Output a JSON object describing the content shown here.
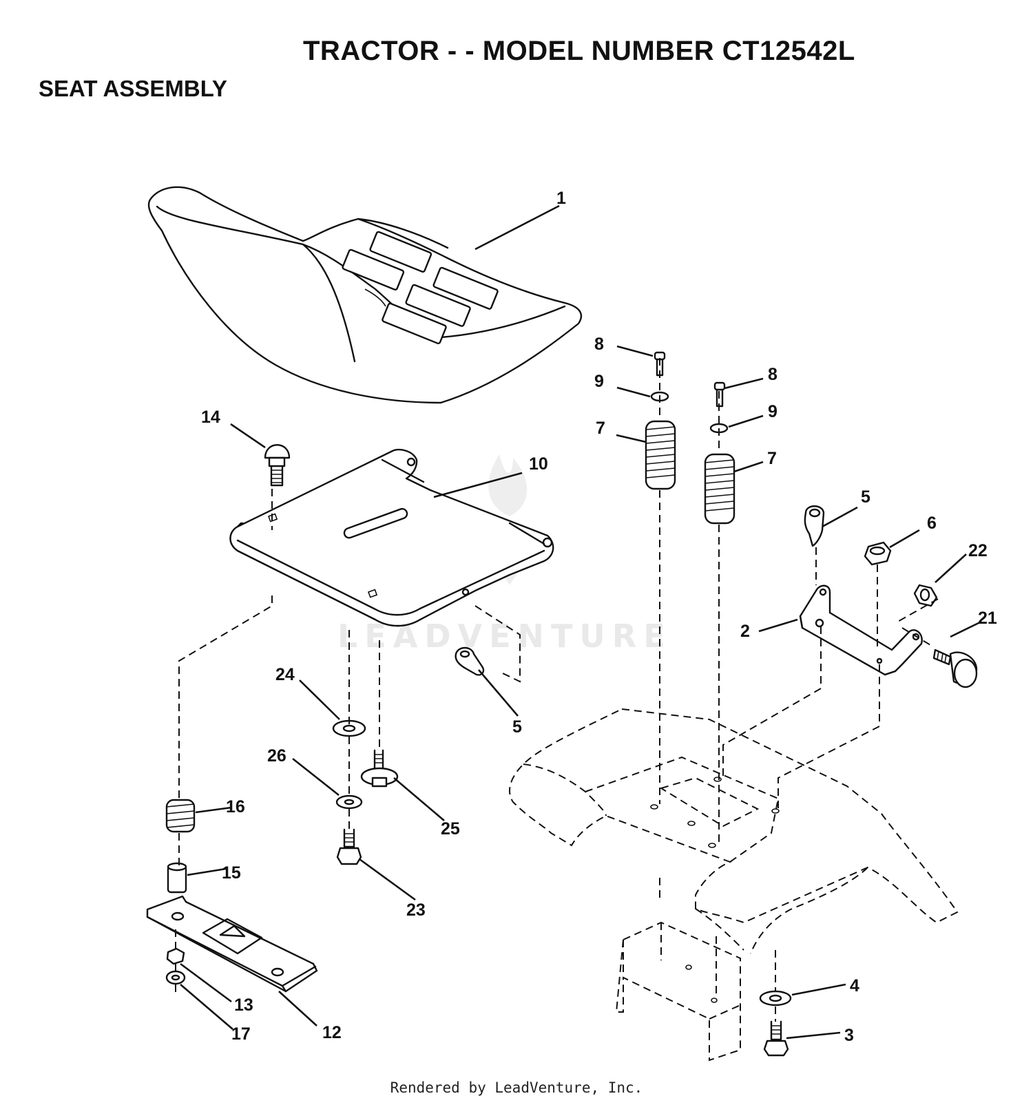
{
  "header": {
    "title": "TRACTOR - - MODEL NUMBER CT12542L",
    "section": "SEAT ASSEMBLY"
  },
  "watermark": "LEADVENTURE",
  "footer": "Rendered by LeadVenture, Inc.",
  "callouts": {
    "seat": "1",
    "seat_bracket": "2",
    "bolt_bottom": "3",
    "washer_bottom": "4",
    "clip_upper": "5",
    "clip_lower": "5",
    "nut_bracket": "6",
    "spring_left": "7",
    "spring_right": "7",
    "screw_left": "8",
    "screw_right": "8",
    "washer_left": "9",
    "washer_right": "9",
    "seat_pan": "10",
    "slide_rail": "12",
    "nut_rail": "13",
    "carriage_bolt": "14",
    "spacer": "15",
    "spring_front": "16",
    "washer_rail": "17",
    "bolt_pivot": "21",
    "nut_pivot": "22",
    "bolt_pan": "23",
    "washer_pan_upper": "24",
    "shoulder_bolt": "25",
    "washer_pan_lower": "26"
  },
  "colors": {
    "ink": "#111111",
    "background": "#ffffff",
    "watermark": "#e9e9e9"
  }
}
